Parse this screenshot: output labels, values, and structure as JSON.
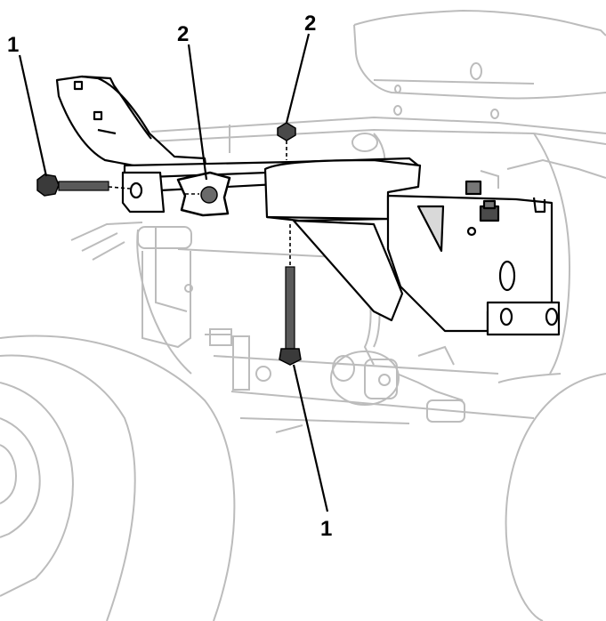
{
  "callouts": [
    {
      "id": "bolt-left",
      "label": "1"
    },
    {
      "id": "nut-center",
      "label": "2"
    },
    {
      "id": "nut-top",
      "label": "2"
    },
    {
      "id": "bolt-vertical",
      "label": "1"
    }
  ],
  "colors": {
    "light_line": "#bcbcbc",
    "dark_line": "#000000",
    "part_fill": "#ffffff",
    "shade": "#d9d9d9",
    "hardware": "#4a4a4a"
  }
}
